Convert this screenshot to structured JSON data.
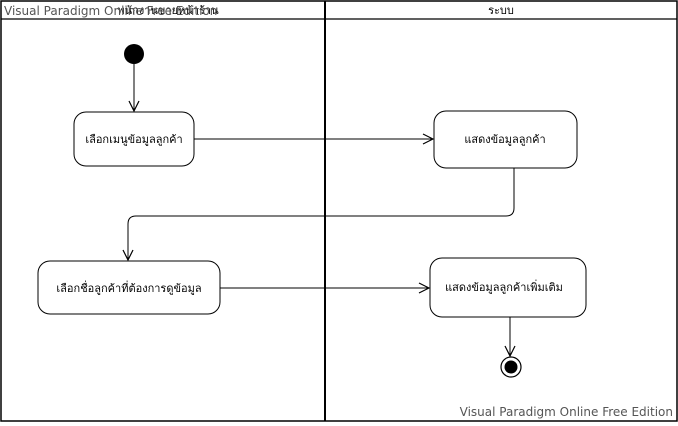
{
  "watermark_top": "Visual Paradigm Online Free Edition",
  "watermark_bottom": "Visual Paradigm Online Free Edition",
  "lanes": [
    {
      "title": "พนักงานขายหน้าร้าน"
    },
    {
      "title": "ระบบ"
    }
  ],
  "actions": [
    {
      "label": "เลือกเมนูข้อมูลลูกค้า"
    },
    {
      "label": "แสดงข้อมูลลูกค้า"
    },
    {
      "label": "เลือกชื่อลูกค้าที่ต้องการดูข้อมูล"
    },
    {
      "label": "แสดงข้อมูลลูกค้าเพิ่มเติม"
    }
  ],
  "colors": {
    "line": "#000000",
    "watermark": "#555555",
    "background": "#ffffff"
  }
}
